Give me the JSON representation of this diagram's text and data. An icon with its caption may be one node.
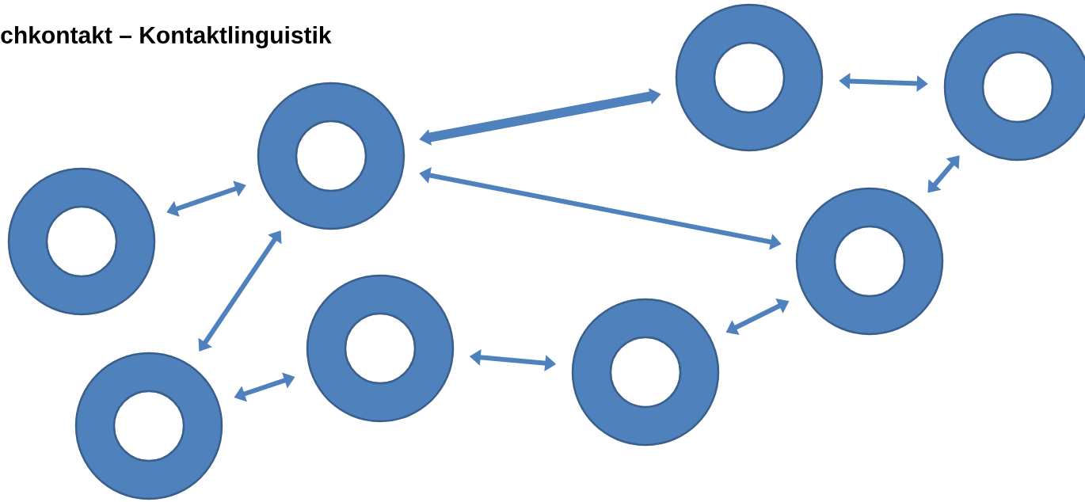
{
  "diagram": {
    "title": "chkontakt – Kontaktlinguistik",
    "nodes": [
      {
        "text": [],
        "shape": "circle"
      },
      {
        "text": [],
        "shape": "circle"
      },
      {
        "text": [],
        "shape": "circle"
      },
      {
        "text": [],
        "shape": "circle"
      },
      {
        "text": [],
        "shape": "circle"
      },
      {
        "text": [],
        "shape": "circle"
      },
      {
        "text": [],
        "shape": "circle"
      },
      {
        "text": [],
        "shape": "circle"
      }
    ],
    "edges": [
      {
        "from": 0,
        "to": 1,
        "arrow": "both"
      },
      {
        "from": 1,
        "to": 2,
        "arrow": "both",
        "style": "thick"
      },
      {
        "from": 1,
        "to": 4,
        "arrow": "both"
      },
      {
        "from": 2,
        "to": 3,
        "arrow": "both"
      },
      {
        "from": 3,
        "to": 4,
        "arrow": "both"
      },
      {
        "from": 4,
        "to": 5,
        "arrow": "both"
      },
      {
        "from": 5,
        "to": 6,
        "arrow": "both"
      },
      {
        "from": 6,
        "to": 7,
        "arrow": "both"
      },
      {
        "from": 1,
        "to": 7,
        "arrow": "both"
      }
    ]
  }
}
